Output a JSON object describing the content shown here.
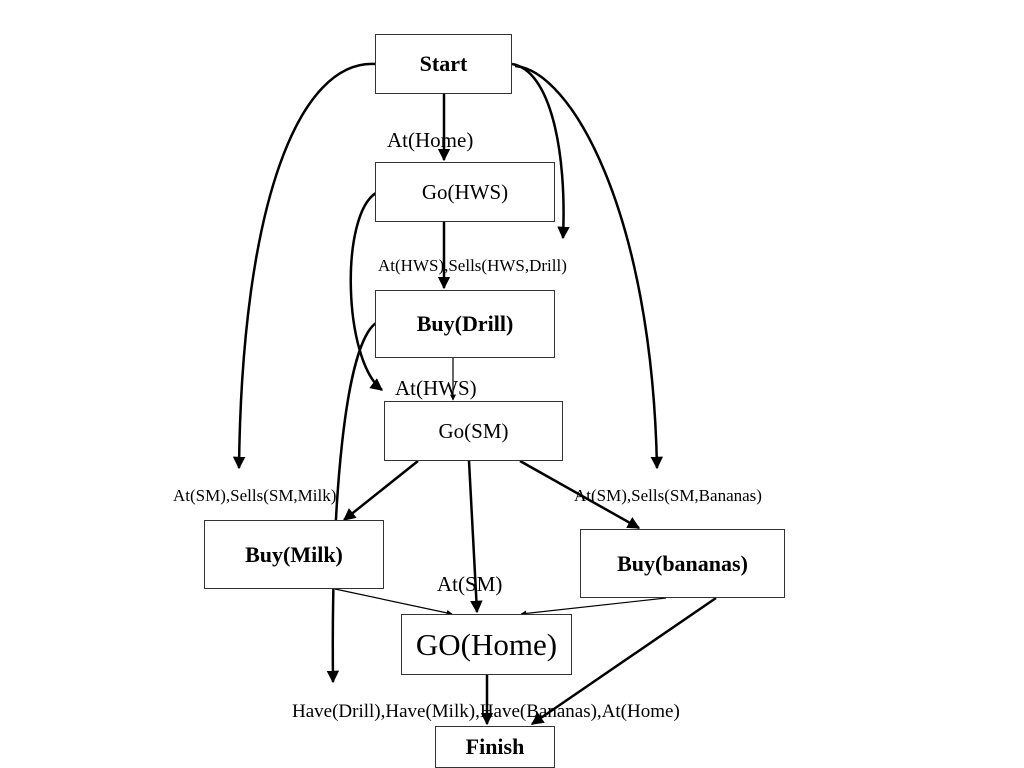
{
  "nodes": {
    "start": "Start",
    "go_hws": "Go(HWS)",
    "buy_drill": "Buy(Drill)",
    "go_sm": "Go(SM)",
    "buy_milk": "Buy(Milk)",
    "buy_bananas": "Buy(bananas)",
    "go_home": "GO(Home)",
    "finish": "Finish"
  },
  "labels": {
    "at_home": "At(Home)",
    "at_hws_sells_drill": "At(HWS),Sells(HWS,Drill)",
    "at_hws": "At(HWS)",
    "at_sm_sells_milk": "At(SM),Sells(SM,Milk)",
    "at_sm_sells_bananas": "At(SM),Sells(SM,Bananas)",
    "at_sm": "At(SM)",
    "finish_preconditions": "Have(Drill),Have(Milk),Have(Bananas),At(Home)"
  },
  "colors": {
    "edge": "#000000",
    "node_border": "#333333",
    "background": "#ffffff"
  }
}
